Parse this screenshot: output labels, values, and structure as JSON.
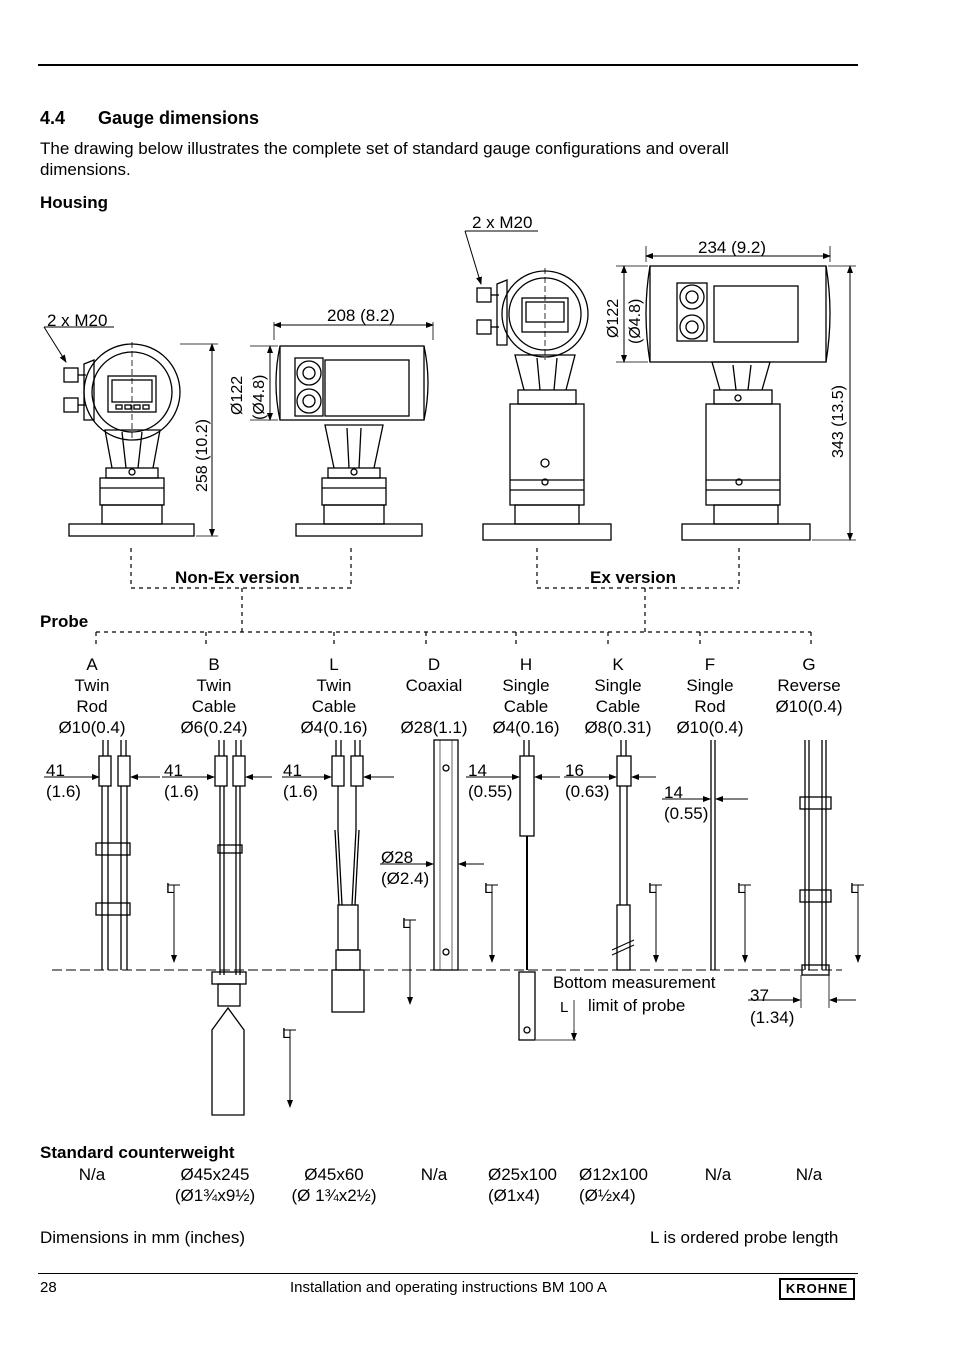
{
  "section": {
    "number": "4.4",
    "title": "Gauge dimensions",
    "intro_line1": "The drawing below illustrates the complete set of standard gauge configurations and overall",
    "intro_line2": "dimensions."
  },
  "housing": {
    "heading": "Housing",
    "non_ex": {
      "label": "Non-Ex version",
      "cable_entry": "2 x M20",
      "length": "208 (8.2)",
      "diameter_mm": "Ø122",
      "diameter_in": "(Ø4.8)",
      "height": "258 (10.2)"
    },
    "ex": {
      "label": "Ex version",
      "cable_entry": "2 x M20",
      "length": "234 (9.2)",
      "diameter_mm": "Ø122",
      "diameter_in": "(Ø4.8)",
      "height": "343 (13.5)"
    }
  },
  "probe": {
    "heading": "Probe",
    "types": [
      {
        "code": "A",
        "line1": "Twin",
        "line2": "Rod",
        "diameter": "Ø10(0.4)"
      },
      {
        "code": "B",
        "line1": "Twin",
        "line2": "Cable",
        "diameter": "Ø6(0.24)"
      },
      {
        "code": "L",
        "line1": "Twin",
        "line2": "Cable",
        "diameter": "Ø4(0.16)"
      },
      {
        "code": "D",
        "line1": "Coaxial",
        "line2": "",
        "diameter": "Ø28(1.1)"
      },
      {
        "code": "H",
        "line1": "Single",
        "line2": "Cable",
        "diameter": "Ø4(0.16)"
      },
      {
        "code": "K",
        "line1": "Single",
        "line2": "Cable",
        "diameter": "Ø8(0.31)"
      },
      {
        "code": "F",
        "line1": "Single",
        "line2": "Rod",
        "diameter": "Ø10(0.4)"
      },
      {
        "code": "G",
        "line1": "Reverse",
        "line2": "",
        "diameter": "Ø10(0.4)"
      }
    ],
    "dims": {
      "a_mm": "41",
      "a_in": "(1.6)",
      "b_mm": "41",
      "b_in": "(1.6)",
      "l_mm": "41",
      "l_in": "(1.6)",
      "d_mm": "Ø28",
      "d_in": "(Ø2.4)",
      "h_mm": "14",
      "h_in": "(0.55)",
      "k_mm": "16",
      "k_in": "(0.63)",
      "f_mm": "14",
      "f_in": "(0.55)",
      "g_mm": "37",
      "g_in": "(1.34)"
    },
    "length_symbol": "L",
    "bottom_line1": "Bottom measurement",
    "bottom_line2": "limit of probe"
  },
  "counterweight": {
    "heading": "Standard counterweight",
    "values": [
      {
        "line1": "N/a",
        "line2": ""
      },
      {
        "line1": "Ø45x245",
        "line2": "(Ø1¾x9½)"
      },
      {
        "line1": "Ø45x60",
        "line2": "(Ø 1¾x2½)"
      },
      {
        "line1": "N/a",
        "line2": ""
      },
      {
        "line1": "Ø25x100",
        "line2": "(Ø1x4)"
      },
      {
        "line1": "Ø12x100",
        "line2": "(Ø½x4)"
      },
      {
        "line1": "N/a",
        "line2": ""
      },
      {
        "line1": "N/a",
        "line2": ""
      }
    ]
  },
  "notes": {
    "dimensions": "Dimensions in mm (inches)",
    "probe_length": "L is ordered probe length"
  },
  "footer": {
    "page": "28",
    "title": "Installation and operating instructions BM 100 A",
    "brand": "KROHNE"
  }
}
